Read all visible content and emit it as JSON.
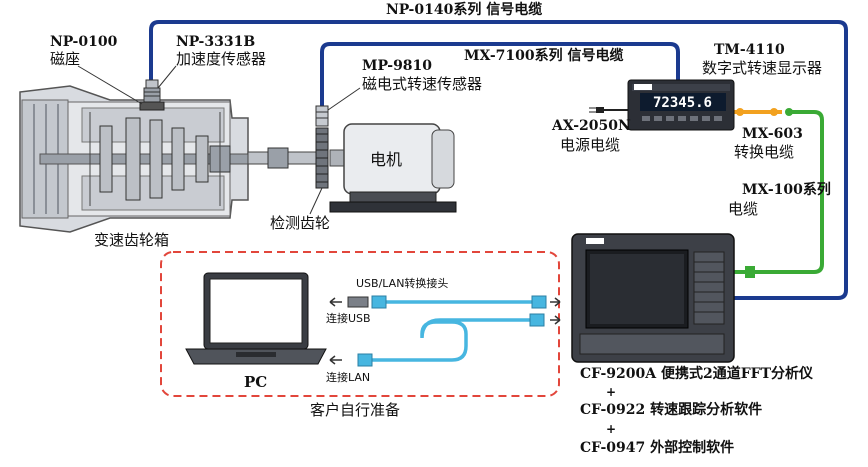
{
  "labels": {
    "np0140": "NP-0140系列 信号电缆",
    "np0100_code": "NP-0100",
    "np0100_name": "磁座",
    "np3331b_code": "NP-3331B",
    "np3331b_name": "加速度传感器",
    "mp9810_code": "MP-9810",
    "mp9810_name": "磁电式转速传感器",
    "mx7100": "MX-7100系列 信号电缆",
    "tm4110_code": "TM-4110",
    "tm4110_name": "数字式转速显示器",
    "ax2050n_code": "AX-2050N",
    "ax2050n_name": "电源电缆",
    "mx603_code": "MX-603",
    "mx603_name": "转换电缆",
    "mx100_code": "MX-100系列",
    "mx100_name": "电缆",
    "motor": "电机",
    "gear": "检测齿轮",
    "gearbox": "变速齿轮箱",
    "usb_lan_adapter": "USB/LAN转换接头",
    "connect_usb": "连接USB",
    "connect_lan": "连接LAN",
    "pc": "PC",
    "customer_prepare": "客户自行准备",
    "cf9200a": "CF-9200A 便携式2通道FFT分析仪",
    "plus": "+",
    "cf0922": "CF-0922 转速跟踪分析软件",
    "cf0947": "CF-0947 外部控制软件"
  },
  "display_value": "72345.6",
  "colors": {
    "signal_cable": "#1b3a8f",
    "green_cable": "#3aaa35",
    "orange_cable": "#f2a11f",
    "lan_cable": "#47b6e0",
    "dashed_box": "#e2463b"
  }
}
